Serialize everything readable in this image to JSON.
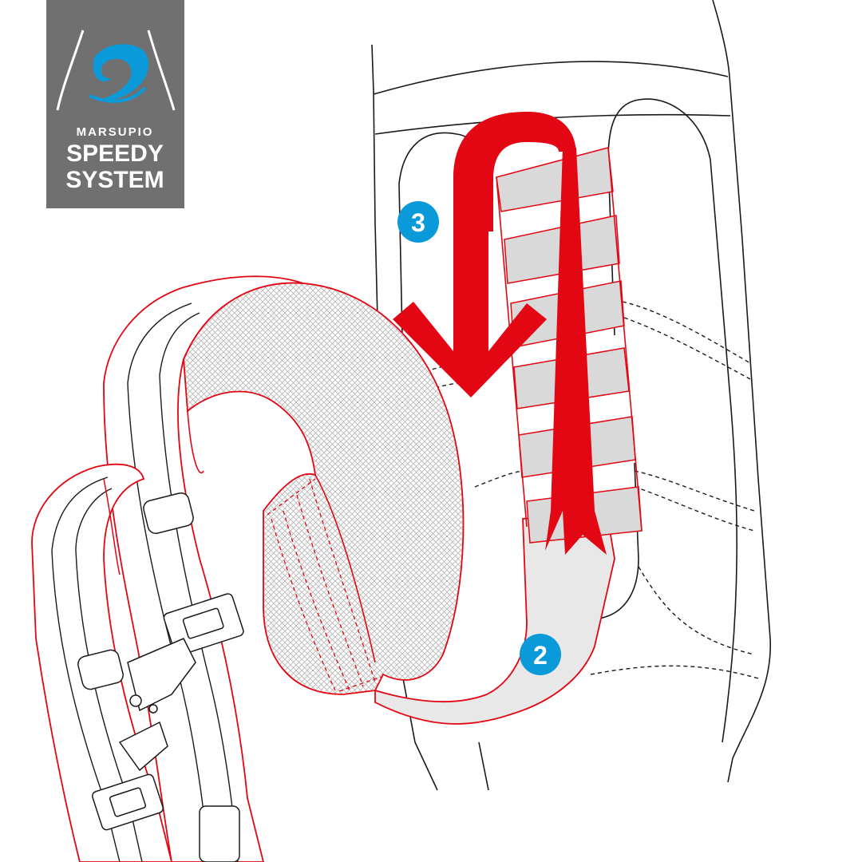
{
  "logo": {
    "brand": "MARSUPIO",
    "line1": "SPEEDY",
    "line2": "SYSTEM",
    "background": "#707070",
    "wave_color": "#0a9ad9"
  },
  "steps": [
    {
      "label": "3",
      "color": "#0a9ad9"
    },
    {
      "label": "2",
      "color": "#0a9ad9"
    }
  ],
  "colors": {
    "accent_red": "#e30613",
    "outline": "#1a1a1a",
    "strap_fill": "#d9d9d9",
    "mesh": "#bdbdbd"
  },
  "icons": [
    "down-arrow-icon",
    "strap-tip-arrow-icon"
  ]
}
